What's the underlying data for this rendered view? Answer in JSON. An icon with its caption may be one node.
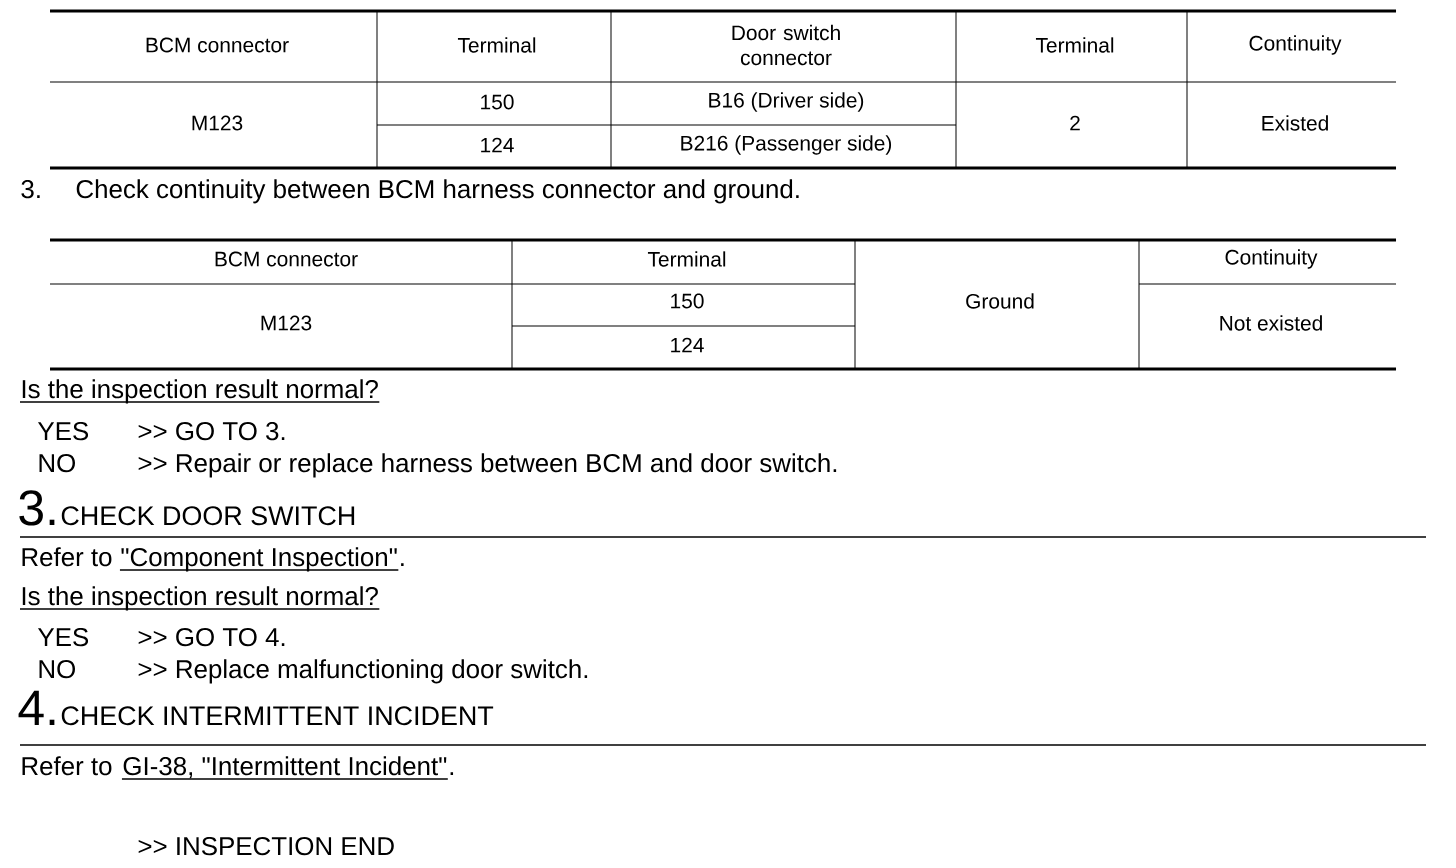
{
  "diagram": {
    "labels": [
      "BCM connector",
      "Terminal",
      "Door switch connector",
      "Terminal",
      "Continuity",
      "M123",
      "150",
      "B16 (Driver side)",
      "2",
      "Existed",
      "124",
      "B216 (Passenger side)",
      "3.",
      "Check continuity between BCM harness connector and ground.",
      "BCM connector",
      "Terminal",
      "Ground",
      "Continuity",
      "M123",
      "150",
      "Not existed",
      "124",
      "Is the inspection result normal?",
      "YES",
      ">> GO TO 3.",
      "NO",
      ">> Repair or replace harness between BCM and door switch.",
      "3.",
      "CHECK DOOR SWITCH",
      "Refer to",
      "\"Component Inspection\"",
      ".",
      "Is the inspection result normal?",
      "YES",
      ">> GO TO 4.",
      "NO",
      ">> Replace malfunctioning door switch.",
      "4.",
      "CHECK INTERMITTENT INCIDENT",
      "Refer to",
      "GI-38, \"Intermittent Incident\"",
      ".",
      ">> INSPECTION END"
    ]
  }
}
